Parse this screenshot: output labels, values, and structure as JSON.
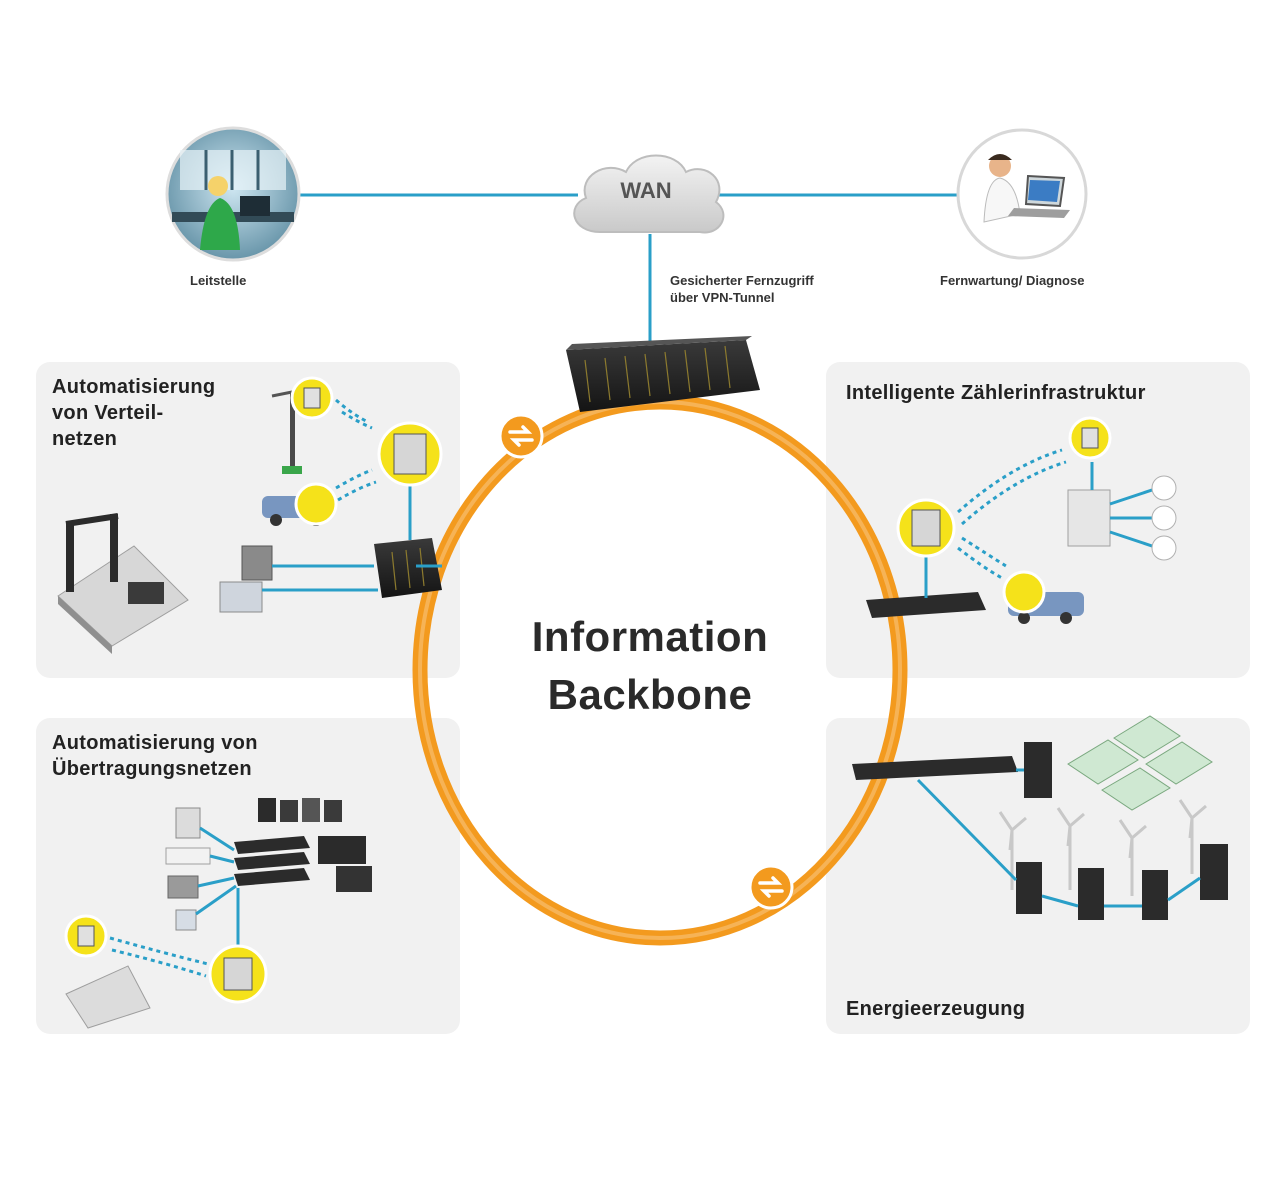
{
  "colors": {
    "ring": "#f39a1e",
    "link": "#2a9fc8",
    "badge": "#f5e21a",
    "device": "#2b2b2b",
    "panel": "#f2f2f2"
  },
  "center": {
    "line1": "Information",
    "line2": "Backbone"
  },
  "wan": {
    "label": "WAN",
    "tunnel_label": "Gesicherter Fernzugriff\nüber VPN-Tunnel"
  },
  "top_nodes": {
    "left_label": "Leitstelle",
    "right_label": "Fernwartung/ Diagnose"
  },
  "panels": {
    "distribution": "Automatisierung\nvon Verteil-\nnetzen",
    "smart_metering": "Intelligente Zählerinfrastruktur",
    "transmission": "Automatisierung von\nÜbertragungsnetzen",
    "generation": "Energieerzeugung"
  },
  "icons": {
    "control_room": "control-room-icon",
    "remote_maintenance": "remote-maintenance-icon",
    "cloud": "cloud-icon",
    "backbone_switch": "rack-switch-icon",
    "ring_coupler": "ring-coupler-icon",
    "radio": "radio-signal-icon",
    "meter": "smart-meter-icon",
    "wind_turbine": "wind-turbine-icon",
    "solar": "solar-panel-icon"
  }
}
